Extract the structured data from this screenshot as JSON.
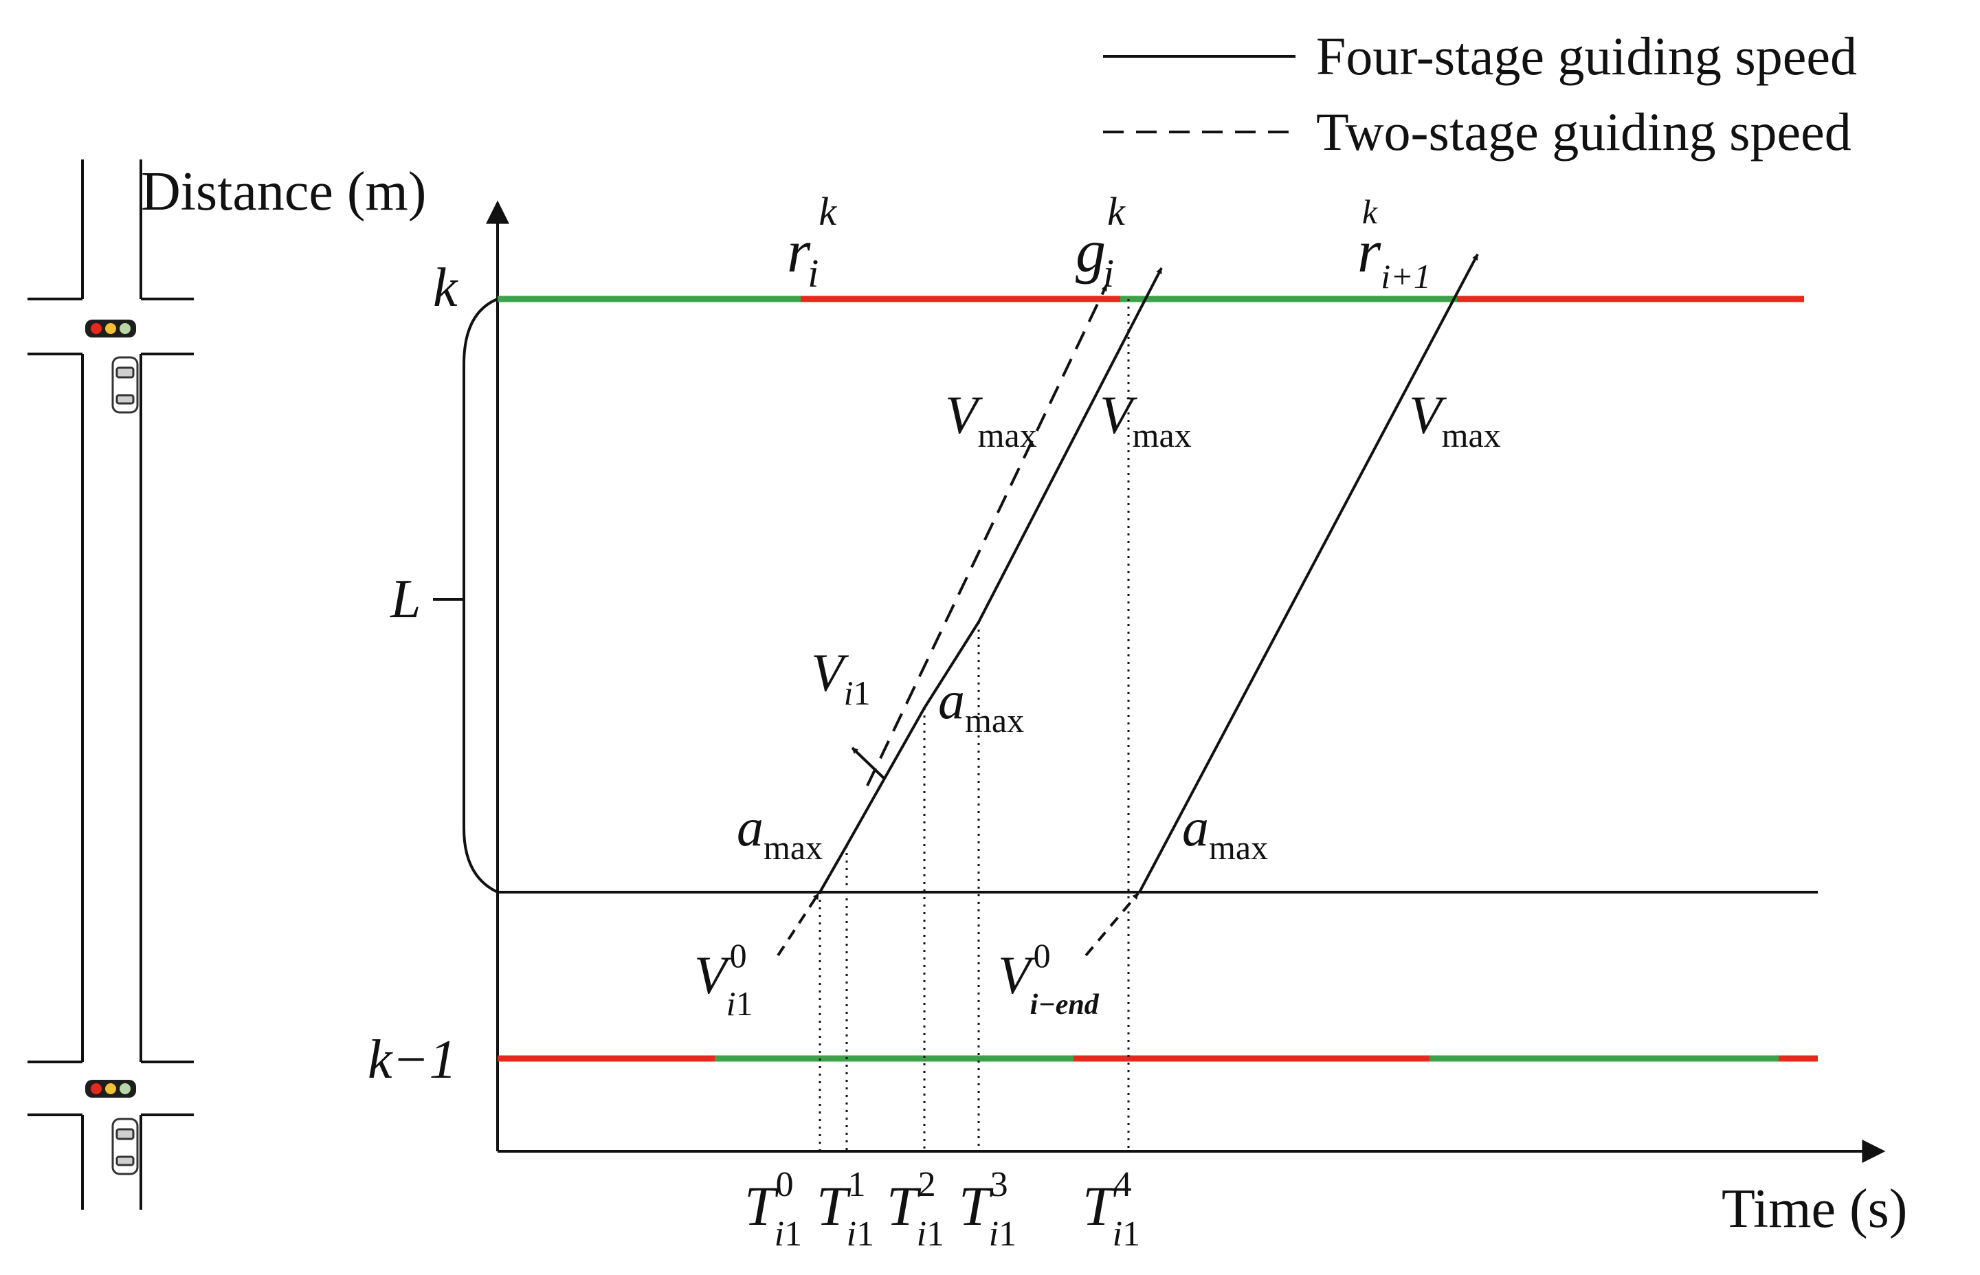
{
  "legend": {
    "solid_label": "Four-stage guiding speed",
    "dashed_label": "Two-stage guiding speed"
  },
  "axes": {
    "y_label": "Distance (m)",
    "x_label": "Time (s)"
  },
  "signals": {
    "upper_label": "k",
    "lower_label": "k−1",
    "red_color": "#e8281e",
    "green_color": "#3da14a",
    "upper_phases": [
      "green",
      "red",
      "green",
      "red"
    ],
    "lower_phases": [
      "red",
      "green",
      "red",
      "green",
      "red"
    ]
  },
  "labels": {
    "L": "L",
    "r_i_k": {
      "base": "r",
      "sub": "i",
      "sup": "k"
    },
    "g_i_k": {
      "base": "g",
      "sub": "i",
      "sup": "k"
    },
    "r_i1_k": {
      "base": "r",
      "sub": "i+1",
      "sup": "k"
    },
    "vmax_dashed": {
      "base": "V",
      "sub": "max"
    },
    "vmax_solid": {
      "base": "V",
      "sub": "max"
    },
    "vmax_right": {
      "base": "V",
      "sub": "max"
    },
    "v_i1": {
      "base": "V",
      "sub_i": "i",
      "sub": "1"
    },
    "amax_mid": {
      "base": "a",
      "sub": "max"
    },
    "amax_left": {
      "base": "a",
      "sub": "max"
    },
    "amax_right": {
      "base": "a",
      "sub": "max"
    },
    "v_i1_0": {
      "base": "V",
      "sup": "0",
      "sub_i": "i",
      "sub": "1"
    },
    "v_iend_0": {
      "base": "V",
      "sup": "0",
      "sub": "i−end"
    }
  },
  "time_ticks": [
    {
      "base": "T",
      "sup": "0",
      "sub_i": "i",
      "sub": "1"
    },
    {
      "base": "T",
      "sup": "1",
      "sub_i": "i",
      "sub": "1"
    },
    {
      "base": "T",
      "sup": "2",
      "sub_i": "i",
      "sub": "1"
    },
    {
      "base": "T",
      "sup": "3",
      "sub_i": "i",
      "sub": "1"
    },
    {
      "base": "T",
      "sup": "4",
      "sub_i": "i",
      "sub": "1"
    }
  ]
}
